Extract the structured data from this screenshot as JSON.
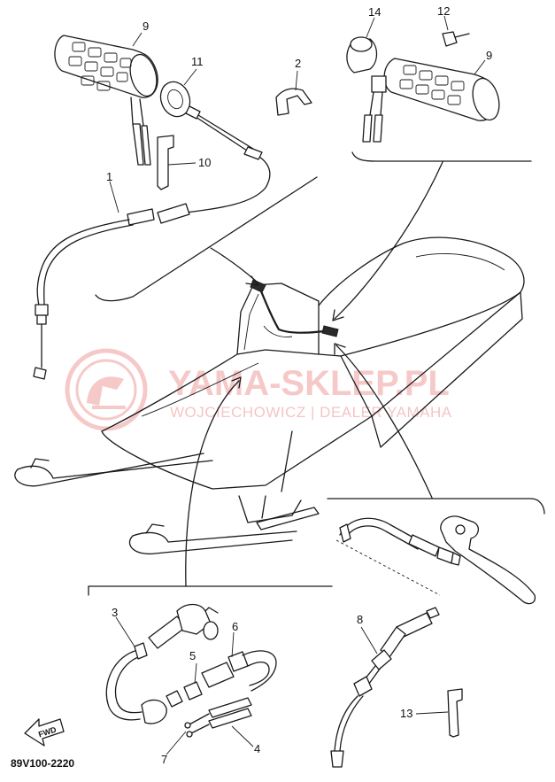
{
  "diagram": {
    "callouts": {
      "c1": "1",
      "c2": "2",
      "c3": "3",
      "c4": "4",
      "c5": "5",
      "c6": "6",
      "c7": "7",
      "c8": "8",
      "c9a": "9",
      "c9b": "9",
      "c10": "10",
      "c11": "11",
      "c12": "12",
      "c13": "13",
      "c14": "14"
    },
    "part_code": "89V100-2220",
    "fwd_label": "FWD"
  },
  "watermark": {
    "title": "YAMA-SKLEP.PL",
    "subtitle": "WOJCIECHOWICZ | DEALER YAMAHA"
  },
  "colors": {
    "ink": "#1a1a1a",
    "watermark": "#ef9e9e",
    "background": "#ffffff"
  }
}
